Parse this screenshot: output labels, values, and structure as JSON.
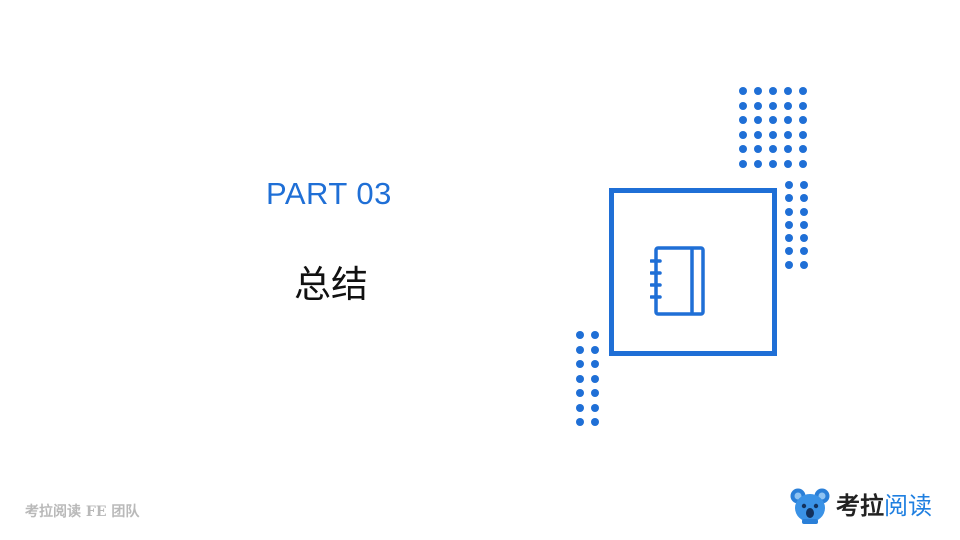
{
  "slide": {
    "part_label": "PART 03",
    "section_title": "总结"
  },
  "footer": {
    "team_credit": "考拉阅读 FE 团队",
    "brand": {
      "name_dark": "考拉",
      "name_accent": "阅读"
    }
  },
  "decoration": {
    "icon": "notebook-icon",
    "mascot_icon": "koala-mascot-icon",
    "colors": {
      "accent": "#1f6fd6",
      "brand_accent": "#1f7fe0",
      "title": "#111111",
      "credit": "#b9b9b9"
    },
    "dot_grids": [
      {
        "name": "top",
        "rows": 6,
        "cols": 5
      },
      {
        "name": "right",
        "rows": 7,
        "cols": 2
      },
      {
        "name": "left",
        "rows": 7,
        "cols": 2
      }
    ]
  }
}
